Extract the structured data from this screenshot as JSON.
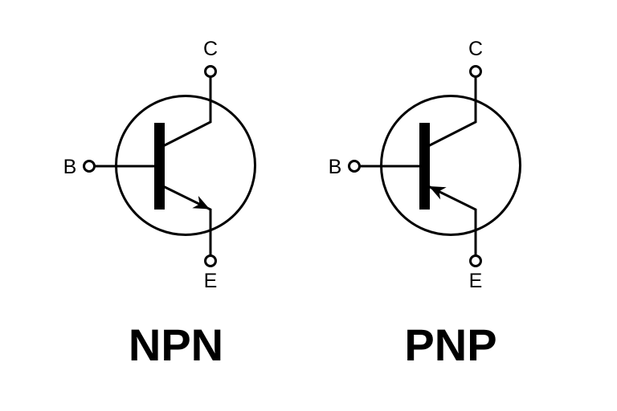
{
  "canvas": {
    "background_color": "#ffffff",
    "ink_color": "#000000"
  },
  "transistors": [
    {
      "name": "npn-transistor",
      "caption": "NPN",
      "terminals": {
        "base": "B",
        "collector": "C",
        "emitter": "E"
      },
      "emitter_arrow_direction": "pointing-out"
    },
    {
      "name": "pnp-transistor",
      "caption": "PNP",
      "terminals": {
        "base": "B",
        "collector": "C",
        "emitter": "E"
      },
      "emitter_arrow_direction": "pointing-in"
    }
  ]
}
